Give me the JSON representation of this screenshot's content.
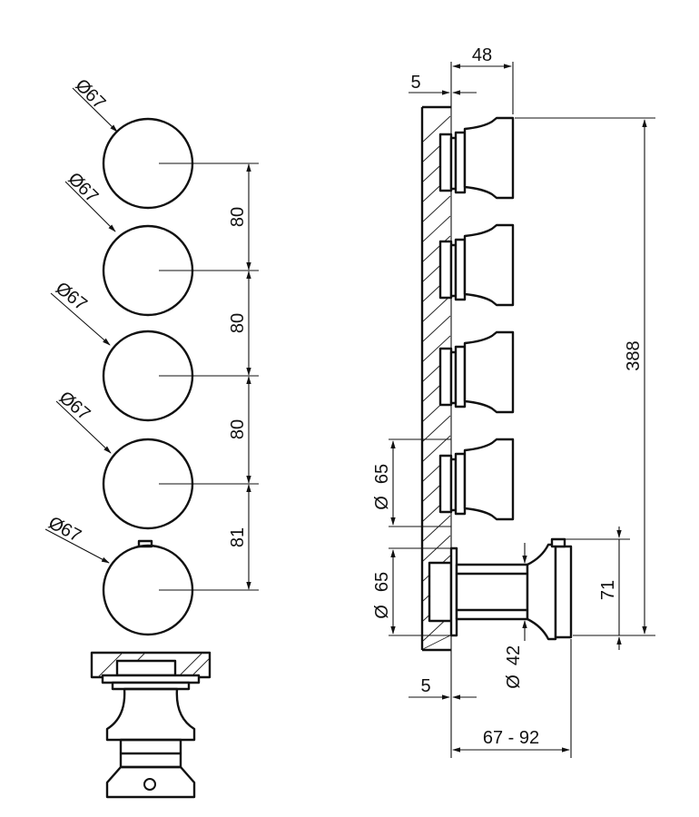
{
  "labels": {
    "front_dia_1": "67",
    "front_dia_2": "67",
    "front_dia_3": "67",
    "front_dia_4": "67",
    "front_dia_5": "67",
    "spacing_1": "80",
    "spacing_2": "80",
    "spacing_3": "80",
    "spacing_4": "81",
    "wall_offset_top": "5",
    "projection_top": "48",
    "total_height": "388",
    "rosette_dia_upper": "65",
    "rosette_dia_lower": "65",
    "spout_height": "71",
    "body_dia": "42",
    "wall_offset_bottom": "5",
    "projection_range": "67 - 92"
  },
  "diameter_symbol": "Ø"
}
